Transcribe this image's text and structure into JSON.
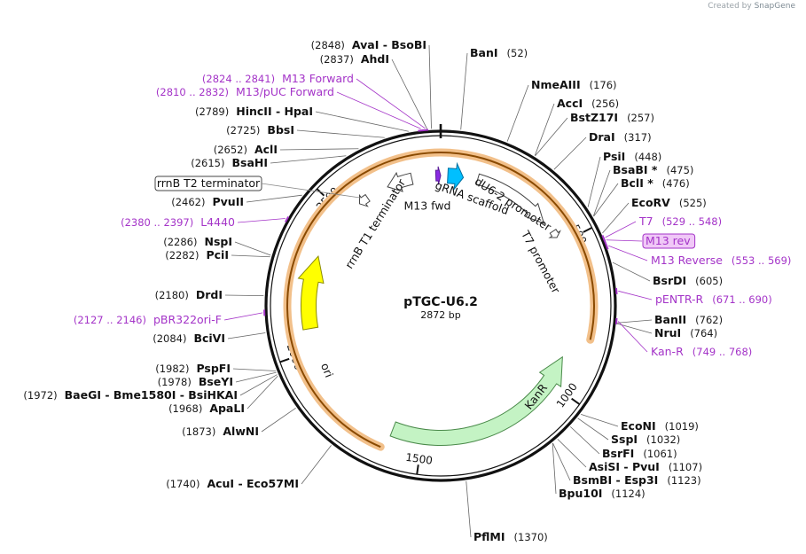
{
  "credit": {
    "prefix": "Created by",
    "brand": "SnapGene"
  },
  "plasmid": {
    "name": "pTGC-U6.2",
    "size_label": "2872 bp",
    "length": 2872
  },
  "ticks": [
    {
      "label": "500",
      "pos": 500
    },
    {
      "label": "1000",
      "pos": 1000
    },
    {
      "label": "1500",
      "pos": 1500
    },
    {
      "label": "2000",
      "pos": 2000
    },
    {
      "label": "2500",
      "pos": 2500
    }
  ],
  "features": [
    {
      "label": "KanR",
      "start": 1605,
      "end": 900,
      "strand": "reverse",
      "color": "#c4f3c4",
      "stroke": "#4a8a4a"
    },
    {
      "label": "ori",
      "start": 2075,
      "end": 2330,
      "strand": "forward",
      "color": "#ffff00",
      "stroke": "#8a8a00"
    },
    {
      "label": "dU6-2 promoter",
      "start": 130,
      "end": 410,
      "strand": "forward",
      "color": "#ffffff",
      "stroke": "#444444"
    },
    {
      "label": "gRNA scaffold",
      "start": 25,
      "end": 80,
      "strand": "forward",
      "color": "#00bfff",
      "stroke": "#0070a0"
    },
    {
      "label": "T7 promoter",
      "start": 450,
      "end": 475,
      "strand": "forward",
      "color": "#ffffff",
      "stroke": "#444444"
    },
    {
      "label": "rrnB T1 terminator",
      "start": 2770,
      "end": 2680,
      "strand": "reverse",
      "color": "#ffffff",
      "stroke": "#444444"
    },
    {
      "label": "rrnB T2 terminator",
      "start": 2600,
      "end": 2565,
      "strand": "reverse",
      "color": "#ffffff",
      "stroke": "#444444"
    },
    {
      "label": "M13 fwd",
      "start": 2855,
      "end": 2872,
      "strand": "forward",
      "color": "#8a2be2",
      "stroke": "#5a1a9a"
    }
  ],
  "orange_arc": {
    "start": 820,
    "end": 1620
  },
  "enzymes_right": [
    {
      "name": "BanI",
      "pos": "(52)",
      "site": 52
    },
    {
      "name": "NmeAIII",
      "pos": "(176)",
      "site": 176
    },
    {
      "name": "AccI",
      "pos": "(256)",
      "site": 256
    },
    {
      "name": "BstZ17I",
      "pos": "(257)",
      "site": 257
    },
    {
      "name": "DraI",
      "pos": "(317)",
      "site": 317
    },
    {
      "name": "PsiI",
      "pos": "(448)",
      "site": 448
    },
    {
      "name": "BsaBI *",
      "pos": "(475)",
      "site": 475
    },
    {
      "name": "BclI *",
      "pos": "(476)",
      "site": 476
    },
    {
      "name": "EcoRV",
      "pos": "(525)",
      "site": 525
    },
    {
      "name": "BsrDI",
      "pos": "(605)",
      "site": 605
    },
    {
      "name": "BanII",
      "pos": "(762)",
      "site": 762
    },
    {
      "name": "NruI",
      "pos": "(764)",
      "site": 764
    },
    {
      "name": "EcoNI",
      "pos": "(1019)",
      "site": 1019
    },
    {
      "name": "SspI",
      "pos": "(1032)",
      "site": 1032
    },
    {
      "name": "BsrFI",
      "pos": "(1061)",
      "site": 1061
    },
    {
      "name": "AsiSI - PvuI",
      "pos": "(1107)",
      "site": 1107
    },
    {
      "name": "BsmBI - Esp3I",
      "pos": "(1123)",
      "site": 1123
    },
    {
      "name": "Bpu10I",
      "pos": "(1124)",
      "site": 1124
    },
    {
      "name": "PflMI",
      "pos": "(1370)",
      "site": 1370
    }
  ],
  "enzymes_left": [
    {
      "name": "AvaI - BsoBI",
      "pos": "(2848)",
      "site": 2848
    },
    {
      "name": "AhdI",
      "pos": "(2837)",
      "site": 2837
    },
    {
      "name": "HincII - HpaI",
      "pos": "(2789)",
      "site": 2789
    },
    {
      "name": "BbsI",
      "pos": "(2725)",
      "site": 2725
    },
    {
      "name": "AclI",
      "pos": "(2652)",
      "site": 2652
    },
    {
      "name": "BsaHI",
      "pos": "(2615)",
      "site": 2615
    },
    {
      "name": "PvuII",
      "pos": "(2462)",
      "site": 2462
    },
    {
      "name": "NspI",
      "pos": "(2286)",
      "site": 2286
    },
    {
      "name": "PciI",
      "pos": "(2282)",
      "site": 2282
    },
    {
      "name": "DrdI",
      "pos": "(2180)",
      "site": 2180
    },
    {
      "name": "BciVI",
      "pos": "(2084)",
      "site": 2084
    },
    {
      "name": "PspFI",
      "pos": "(1982)",
      "site": 1982
    },
    {
      "name": "BseYI",
      "pos": "(1978)",
      "site": 1978
    },
    {
      "name": "BaeGI - Bme1580I - BsiHKAI",
      "pos": "(1972)",
      "site": 1972
    },
    {
      "name": "ApaLI",
      "pos": "(1968)",
      "site": 1968
    },
    {
      "name": "AlwNI",
      "pos": "(1873)",
      "site": 1873
    },
    {
      "name": "AcuI - Eco57MI",
      "pos": "(1740)",
      "site": 1740
    }
  ],
  "primers_right": [
    {
      "name": "T7",
      "pos": "(529 .. 548)",
      "site": 538
    },
    {
      "name": "M13 rev",
      "pos": "",
      "site": 545,
      "boxed": true
    },
    {
      "name": "M13 Reverse",
      "pos": "(553 .. 569)",
      "site": 561
    },
    {
      "name": "pENTR-R",
      "pos": "(671 .. 690)",
      "site": 680
    },
    {
      "name": "Kan-R",
      "pos": "(749 .. 768)",
      "site": 758
    }
  ],
  "primers_left": [
    {
      "name": "M13 Forward",
      "pos": "(2824 .. 2841)",
      "site": 2832
    },
    {
      "name": "M13/pUC Forward",
      "pos": "(2810 .. 2832)",
      "site": 2821
    },
    {
      "name": "L4440",
      "pos": "(2380 .. 2397)",
      "site": 2388
    },
    {
      "name": "pBR322ori-F",
      "pos": "(2127 .. 2146)",
      "site": 2136
    }
  ]
}
